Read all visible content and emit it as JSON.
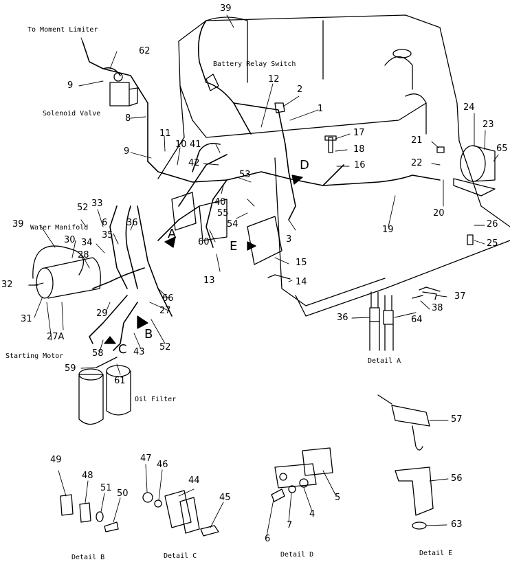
{
  "captions": {
    "moment_limiter": "To Moment Limiter",
    "battery_relay": "Battery Relay Switch",
    "solenoid_valve": "Solenoid Valve",
    "water_manifold": "Water Manifold",
    "starting_motor": "Starting Motor",
    "oil_filter": "Oil Filter",
    "detail_a": "Detail A",
    "detail_b": "Detail B",
    "detail_c": "Detail C",
    "detail_d": "Detail D",
    "detail_e": "Detail E"
  },
  "detail_letters": {
    "a": "A",
    "b": "B",
    "c": "C",
    "d": "D",
    "e": "E"
  },
  "part_numbers": {
    "p1": "1",
    "p2": "2",
    "p3": "3",
    "p4": "4",
    "p5": "5",
    "p6": "6",
    "p6b": "6",
    "p7": "7",
    "p8": "8",
    "p9": "9",
    "p9b": "9",
    "p10": "10",
    "p11": "11",
    "p12": "12",
    "p13": "13",
    "p14": "14",
    "p15": "15",
    "p16": "16",
    "p17": "17",
    "p18": "18",
    "p19": "19",
    "p20": "20",
    "p21": "21",
    "p22": "22",
    "p23": "23",
    "p24": "24",
    "p25": "25",
    "p26": "26",
    "p27": "27",
    "p27a": "27A",
    "p28": "28",
    "p29": "29",
    "p30": "30",
    "p31": "31",
    "p32": "32",
    "p33": "33",
    "p34": "34",
    "p35": "35",
    "p36": "36",
    "p36b": "36",
    "p37": "37",
    "p38": "38",
    "p39": "39",
    "p39b": "39",
    "p40": "40",
    "p41": "41",
    "p42": "42",
    "p43": "43",
    "p44": "44",
    "p45": "45",
    "p46": "46",
    "p47": "47",
    "p48": "48",
    "p49": "49",
    "p50": "50",
    "p51": "51",
    "p52": "52",
    "p52b": "52",
    "p53": "53",
    "p54": "54",
    "p55": "55",
    "p56": "56",
    "p57": "57",
    "p58": "58",
    "p59": "59",
    "p60": "60",
    "p61": "61",
    "p62": "62",
    "p63": "63",
    "p64": "64",
    "p65": "65",
    "p66": "66"
  }
}
